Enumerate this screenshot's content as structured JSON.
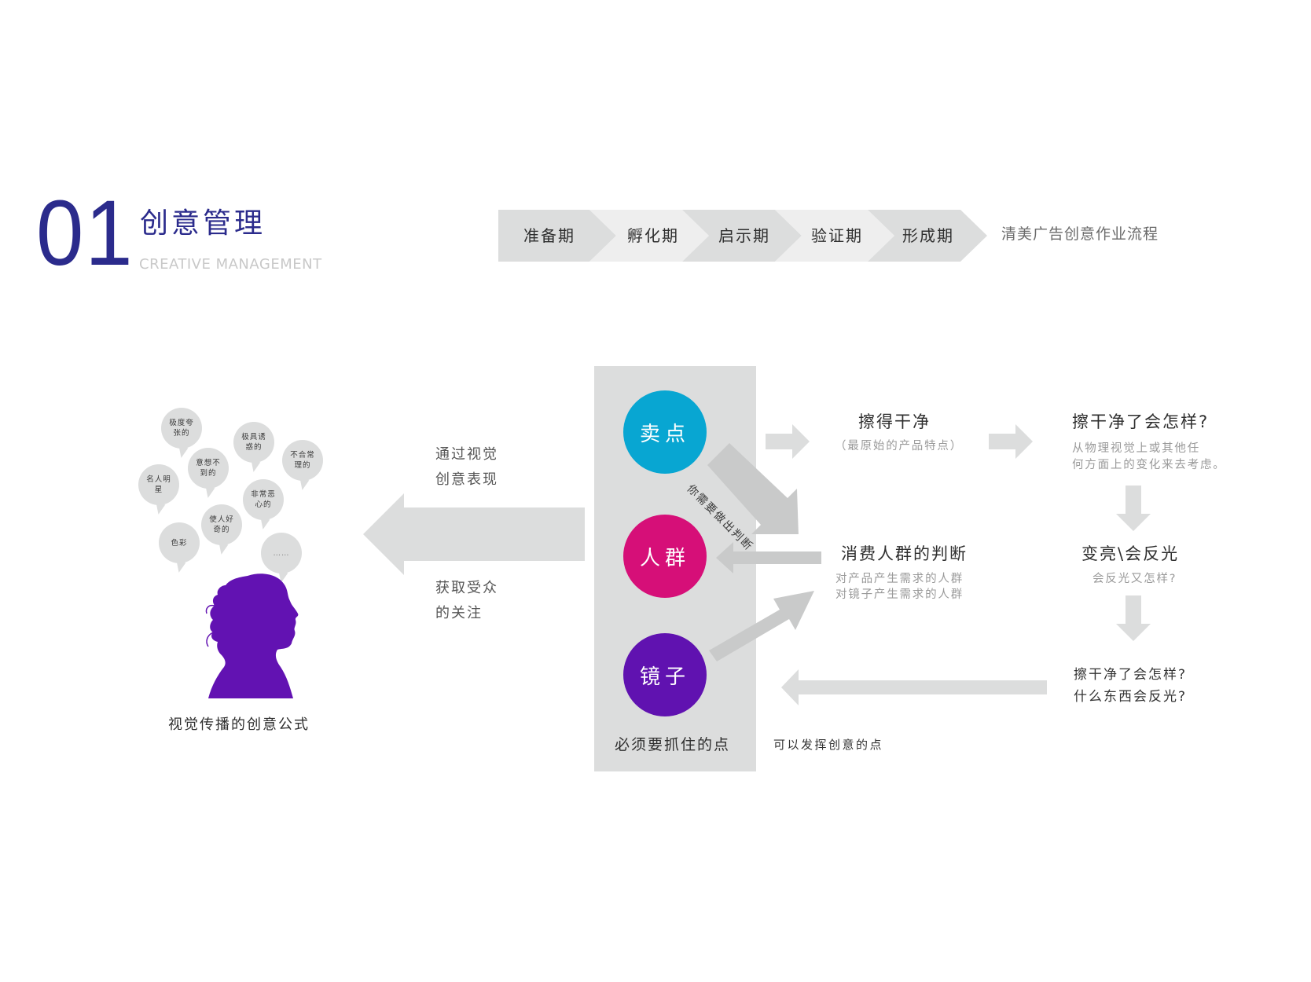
{
  "header": {
    "number": "01",
    "title_cn": "创意管理",
    "title_en": "CREATIVE MANAGEMENT",
    "accent_color": "#2b2b8c"
  },
  "process": {
    "steps": [
      {
        "label": "准备期",
        "color": "#dcdddd"
      },
      {
        "label": "孵化期",
        "color": "#eeeeee"
      },
      {
        "label": "启示期",
        "color": "#dcdddd"
      },
      {
        "label": "验证期",
        "color": "#eeeeee"
      },
      {
        "label": "形成期",
        "color": "#dcdddd"
      }
    ],
    "caption": "清美广告创意作业流程"
  },
  "left_panel": {
    "bubbles": [
      {
        "text": "极度夸张的"
      },
      {
        "text": "极具诱惑的"
      },
      {
        "text": "不合常理的"
      },
      {
        "text": "意想不到的"
      },
      {
        "text": "名人明星"
      },
      {
        "text": "非常恶心的"
      },
      {
        "text": "使人好奇的"
      },
      {
        "text": "色彩"
      },
      {
        "text": "……"
      }
    ],
    "silhouette_icon": "woman-profile-silhouette",
    "silhouette_color": "#6212b2",
    "caption": "视觉传播的创意公式"
  },
  "big_arrow": {
    "top_text_line1": "通过视觉",
    "top_text_line2": "创意表现",
    "bottom_text_line1": "获取受众",
    "bottom_text_line2": "的关注",
    "direction": "left"
  },
  "center_column": {
    "circles": [
      {
        "label": "卖点",
        "color": "#08a6d2"
      },
      {
        "label": "人群",
        "color": "#d60f78"
      },
      {
        "label": "镜子",
        "color": "#6012b0"
      }
    ],
    "caption": "必须要抓住的点",
    "diagonal_note": "你需要做出判断"
  },
  "right_panel": {
    "node1": {
      "title": "擦得干净",
      "subtitle": "（最原始的产品特点）"
    },
    "node2": {
      "title": "擦干净了会怎样?",
      "line1": "从物理视觉上或其他任",
      "line2": "何方面上的变化来去考虑。"
    },
    "node3": {
      "title": "消费人群的判断",
      "line1": "对产品产生需求的人群",
      "line2": "对镜子产生需求的人群"
    },
    "node4": {
      "title": "变亮\\会反光",
      "subtitle": "会反光又怎样?"
    },
    "node5": {
      "line1": "擦干净了会怎样?",
      "line2": "什么东西会反光?"
    },
    "side_caption": "可以发挥创意的点"
  }
}
